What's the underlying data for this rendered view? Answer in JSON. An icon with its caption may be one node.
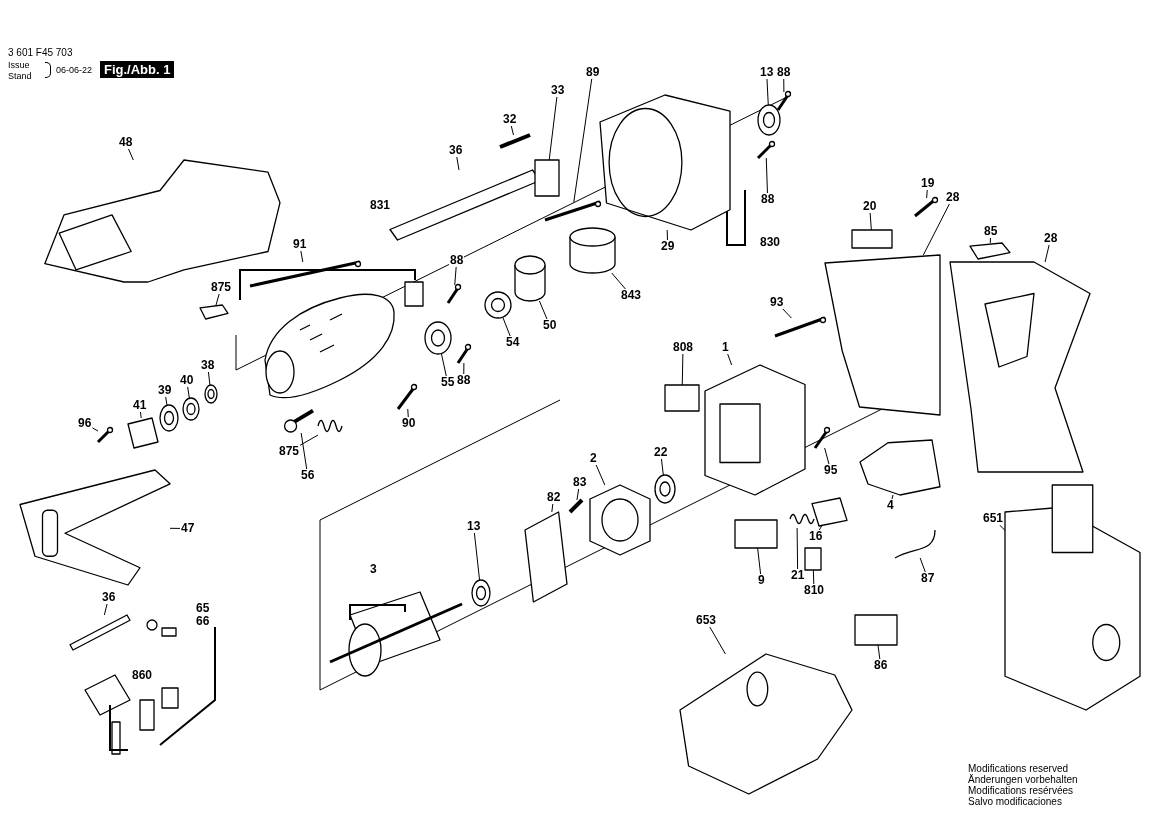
{
  "diagram": {
    "nodes": [
      {
        "text": [
          "48"
        ]
      },
      {
        "text": [
          "32"
        ]
      },
      {
        "text": [
          "36"
        ]
      },
      {
        "text": [
          "33"
        ]
      },
      {
        "text": [
          "89"
        ]
      },
      {
        "text": [
          "13"
        ]
      },
      {
        "text": [
          "88"
        ]
      },
      {
        "text": [
          "88"
        ]
      },
      {
        "text": [
          "29"
        ]
      },
      {
        "text": [
          "843"
        ]
      },
      {
        "text": [
          "50"
        ]
      },
      {
        "text": [
          "54"
        ]
      },
      {
        "text": [
          "55"
        ]
      },
      {
        "text": [
          "88"
        ]
      },
      {
        "text": [
          "88"
        ]
      },
      {
        "text": [
          "91"
        ]
      },
      {
        "text": [
          "875"
        ]
      },
      {
        "text": [
          "38"
        ]
      },
      {
        "text": [
          "40"
        ]
      },
      {
        "text": [
          "39"
        ]
      },
      {
        "text": [
          "41"
        ]
      },
      {
        "text": [
          "96"
        ]
      },
      {
        "text": [
          "47"
        ]
      },
      {
        "text": [
          "56"
        ]
      },
      {
        "text": [
          "875"
        ]
      },
      {
        "text": [
          "90"
        ]
      },
      {
        "text": [
          "36"
        ]
      },
      {
        "text": [
          "13"
        ]
      },
      {
        "text": [
          "82"
        ]
      },
      {
        "text": [
          "83"
        ]
      },
      {
        "text": [
          "2"
        ]
      },
      {
        "text": [
          "22"
        ]
      },
      {
        "text": [
          "808"
        ]
      },
      {
        "text": [
          "1"
        ]
      },
      {
        "text": [
          "9"
        ]
      },
      {
        "text": [
          "21"
        ]
      },
      {
        "text": [
          "16"
        ]
      },
      {
        "text": [
          "810"
        ]
      },
      {
        "text": [
          "95"
        ]
      },
      {
        "text": [
          "4"
        ]
      },
      {
        "text": [
          "86"
        ]
      },
      {
        "text": [
          "87"
        ]
      },
      {
        "text": [
          "651"
        ]
      },
      {
        "text": [
          "653"
        ]
      },
      {
        "text": [
          "19"
        ]
      },
      {
        "text": [
          "28"
        ]
      },
      {
        "text": [
          "20"
        ]
      },
      {
        "text": [
          "85"
        ]
      },
      {
        "text": [
          "28"
        ]
      },
      {
        "text": [
          "93"
        ]
      },
      {
        "text": [],
        "shape": "picture"
      },
      {
        "text": [],
        "shape": "picture"
      },
      {
        "text": [],
        "shape": "picture"
      },
      {
        "text": [],
        "shape": "box"
      },
      {
        "text": [],
        "shape": "screw"
      },
      {
        "text": [],
        "shape": "picture"
      },
      {
        "text": [],
        "shape": "screw"
      },
      {
        "text": [],
        "shape": "screw"
      },
      {
        "text": [],
        "shape": "picture"
      },
      {
        "text": [],
        "shape": "cylinder"
      },
      {
        "text": [],
        "shape": "cylinder"
      },
      {
        "text": [],
        "shape": "picture"
      },
      {
        "text": [],
        "shape": "picture"
      },
      {
        "text": [],
        "shape": "screw"
      },
      {
        "text": [],
        "shape": "screw"
      },
      {
        "text": [],
        "shape": "screw"
      },
      {
        "text": [],
        "shape": "picture"
      },
      {
        "text": [],
        "shape": "picture"
      },
      {
        "text": [],
        "shape": "picture"
      },
      {
        "text": [],
        "shape": "picture"
      },
      {
        "text": [],
        "shape": "picture"
      },
      {
        "text": [],
        "shape": "screw"
      },
      {
        "text": [],
        "shape": "picture"
      },
      {
        "text": [],
        "shape": "picture"
      },
      {
        "text": [],
        "shape": "picture"
      },
      {
        "text": [],
        "shape": "screw"
      },
      {
        "text": [],
        "shape": "bar"
      },
      {
        "text": [],
        "shape": "picture"
      },
      {
        "text": [],
        "shape": "picture"
      },
      {
        "text": [],
        "shape": "picture"
      },
      {
        "text": [],
        "shape": "picture"
      },
      {
        "text": [],
        "shape": "picture"
      },
      {
        "text": [],
        "shape": "box"
      },
      {
        "text": [],
        "shape": "picture"
      },
      {
        "text": [],
        "shape": "box"
      },
      {
        "text": [],
        "shape": "picture"
      },
      {
        "text": [],
        "shape": "picture"
      },
      {
        "text": [],
        "shape": "box"
      },
      {
        "text": [],
        "shape": "screw"
      },
      {
        "text": [],
        "shape": "picture"
      },
      {
        "text": [],
        "shape": "box"
      },
      {
        "text": [],
        "shape": "picture"
      },
      {
        "text": [],
        "shape": "picture"
      },
      {
        "text": [],
        "shape": "picture"
      },
      {
        "text": [],
        "shape": "screw"
      },
      {
        "text": [],
        "shape": "picture"
      },
      {
        "text": [],
        "shape": "box"
      },
      {
        "text": [],
        "shape": "picture"
      },
      {
        "text": [],
        "shape": "picture"
      },
      {
        "text": [],
        "shape": "screw"
      }
    ],
    "edges": [
      {
        "from": 0,
        "to": 50,
        "arrow": "none"
      },
      {
        "from": 1,
        "to": 51,
        "arrow": "none"
      },
      {
        "from": 2,
        "to": 52,
        "arrow": "none"
      },
      {
        "from": 3,
        "to": 53,
        "arrow": "none"
      },
      {
        "from": 4,
        "to": 54,
        "arrow": "none"
      },
      {
        "from": 5,
        "to": 55,
        "arrow": "none"
      },
      {
        "from": 6,
        "to": 56,
        "arrow": "none"
      },
      {
        "from": 7,
        "to": 57,
        "arrow": "none"
      },
      {
        "from": 8,
        "to": 58,
        "arrow": "none"
      },
      {
        "from": 9,
        "to": 59,
        "arrow": "none"
      },
      {
        "from": 10,
        "to": 60,
        "arrow": "none"
      },
      {
        "from": 11,
        "to": 61,
        "arrow": "none"
      },
      {
        "from": 12,
        "to": 62,
        "arrow": "none"
      },
      {
        "from": 13,
        "to": 63,
        "arrow": "none"
      },
      {
        "from": 14,
        "to": 64,
        "arrow": "none"
      },
      {
        "from": 15,
        "to": 65,
        "arrow": "none"
      },
      {
        "from": 16,
        "to": 66,
        "arrow": "none"
      },
      {
        "from": 17,
        "to": 67,
        "arrow": "none"
      },
      {
        "from": 18,
        "to": 68,
        "arrow": "none"
      },
      {
        "from": 19,
        "to": 69,
        "arrow": "none"
      },
      {
        "from": 20,
        "to": 70,
        "arrow": "none"
      },
      {
        "from": 21,
        "to": 71,
        "arrow": "none"
      },
      {
        "from": 22,
        "to": 72,
        "arrow": "none"
      },
      {
        "from": 23,
        "to": 73,
        "arrow": "none"
      },
      {
        "from": 24,
        "to": 74,
        "arrow": "none"
      },
      {
        "from": 25,
        "to": 75,
        "arrow": "none"
      },
      {
        "from": 26,
        "to": 76,
        "arrow": "none"
      },
      {
        "from": 27,
        "to": 77,
        "arrow": "none"
      },
      {
        "from": 28,
        "to": 78,
        "arrow": "none"
      },
      {
        "from": 29,
        "to": 79,
        "arrow": "none"
      },
      {
        "from": 30,
        "to": 80,
        "arrow": "none"
      },
      {
        "from": 31,
        "to": 81,
        "arrow": "none"
      },
      {
        "from": 32,
        "to": 82,
        "arrow": "none"
      },
      {
        "from": 33,
        "to": 83,
        "arrow": "none"
      },
      {
        "from": 34,
        "to": 84,
        "arrow": "none"
      },
      {
        "from": 35,
        "to": 85,
        "arrow": "none"
      },
      {
        "from": 36,
        "to": 86,
        "arrow": "none"
      },
      {
        "from": 37,
        "to": 87,
        "arrow": "none"
      },
      {
        "from": 38,
        "to": 88,
        "arrow": "none"
      },
      {
        "from": 39,
        "to": 89,
        "arrow": "none"
      },
      {
        "from": 40,
        "to": 90,
        "arrow": "none"
      },
      {
        "from": 41,
        "to": 91,
        "arrow": "none"
      },
      {
        "from": 42,
        "to": 92,
        "arrow": "none"
      },
      {
        "from": 43,
        "to": 93,
        "arrow": "none"
      },
      {
        "from": 44,
        "to": 94,
        "arrow": "none"
      },
      {
        "from": 45,
        "to": 95,
        "arrow": "none"
      },
      {
        "from": 46,
        "to": 96,
        "arrow": "none"
      },
      {
        "from": 47,
        "to": 97,
        "arrow": "none"
      },
      {
        "from": 48,
        "to": 98,
        "arrow": "none"
      },
      {
        "from": 49,
        "to": 99,
        "arrow": "none"
      }
    ],
    "labels": [
      "3 601 F45 703",
      "Issue",
      "Stand",
      "06-06-22",
      "Fig./Abb. 1",
      "831",
      "830",
      "3",
      "65",
      "66",
      "860",
      "Modifications reserved",
      "Änderungen vorbehalten",
      "Modifications resérvées",
      "Salvo modificaciones"
    ]
  }
}
